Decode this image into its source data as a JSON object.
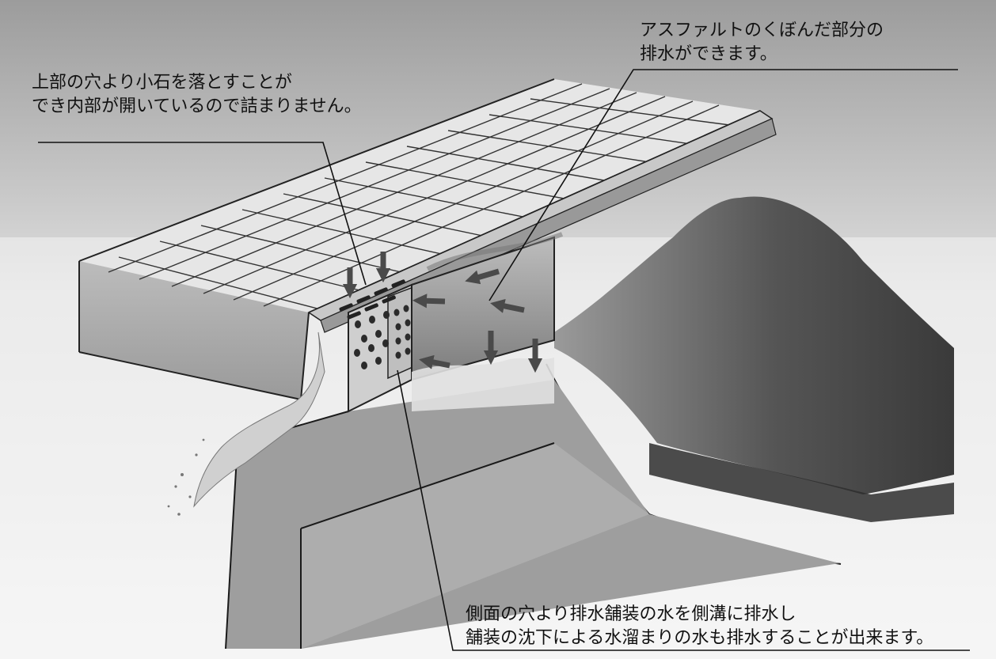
{
  "callouts": {
    "top_left": {
      "line1": "上部の穴より小石を落とすことが",
      "line2": "でき内部が開いているので詰まりません。"
    },
    "top_right": {
      "line1": "アスファルトのくぼんだ部分の",
      "line2": "排水ができます。"
    },
    "bottom": {
      "line1": "側面の穴より排水舗装の水を側溝に排水し",
      "line2": "舗装の沈下による水溜まりの水も排水することが出来ます。"
    }
  },
  "colors": {
    "background": "#f2f2f2",
    "ink": "#111111",
    "concrete_light": "#d6d6d6",
    "concrete_mid": "#a9a9a9",
    "concrete_dark": "#555555",
    "arrow": "#4a4a4a"
  }
}
